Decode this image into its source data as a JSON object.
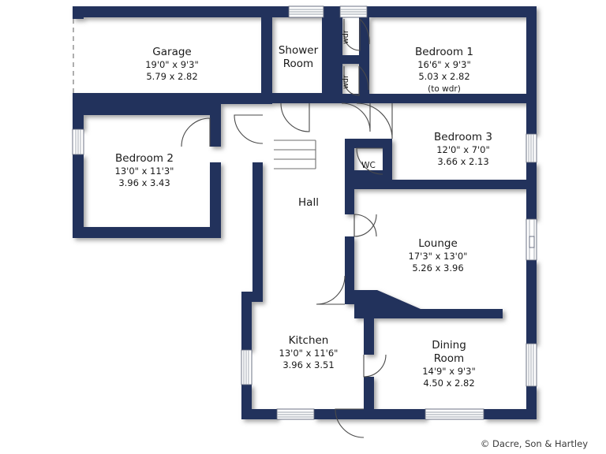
{
  "document": {
    "type": "floor-plan",
    "credit": "© Dacre, Son & Hartley",
    "wall_color": "#22305c",
    "background_color": "#ffffff",
    "text_color": "#1a1a1a"
  },
  "rooms": {
    "garage": {
      "name": "Garage",
      "imperial": "19'0\"  x   9'3\"",
      "metric": "5.79  x  2.82",
      "note": ""
    },
    "shower": {
      "name_line1": "Shower",
      "name_line2": "Room",
      "imperial": "",
      "metric": "",
      "note": ""
    },
    "bed1": {
      "name": "Bedroom 1",
      "imperial": "16'6\"  x   9'3\"",
      "metric": "5.03  x  2.82",
      "note": "(to wdr)"
    },
    "bed2": {
      "name": "Bedroom 2",
      "imperial": "13'0\"  x  11'3\"",
      "metric": "3.96  x  3.43",
      "note": ""
    },
    "bed3": {
      "name": "Bedroom 3",
      "imperial": "12'0\"  x   7'0\"",
      "metric": "3.66  x  2.13",
      "note": ""
    },
    "hall": {
      "name": "Hall",
      "imperial": "",
      "metric": "",
      "note": ""
    },
    "wc": {
      "name": "WC",
      "imperial": "",
      "metric": "",
      "note": ""
    },
    "lounge": {
      "name": "Lounge",
      "imperial": "17'3\"  x  13'0\"",
      "metric": "5.26  x  3.96",
      "note": ""
    },
    "kitchen": {
      "name": "Kitchen",
      "imperial": "13'0\"  x  11'6\"",
      "metric": "3.96  x  3.51",
      "note": ""
    },
    "dining": {
      "name_line1": "Dining",
      "name_line2": "Room",
      "imperial": "14'9\"  x   9'3\"",
      "metric": "4.50  x  2.82",
      "note": ""
    }
  },
  "closets": {
    "wdr_top": {
      "label": "wdr"
    },
    "wdr_bottom": {
      "label": "wdr"
    }
  }
}
